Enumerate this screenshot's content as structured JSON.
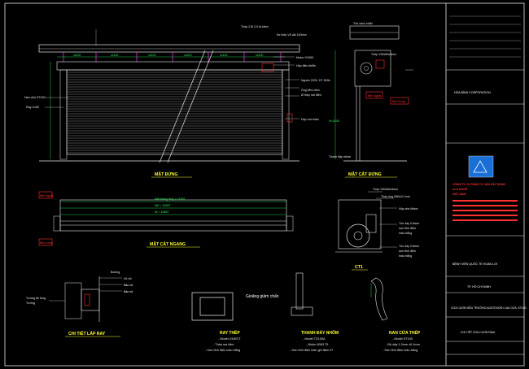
{
  "views": {
    "elevation": "MẶT ĐỨNG",
    "section": "MẶT CẮT ĐỨNG",
    "plan": "MẶT CẮT NGANG",
    "detail_rail": "CHI TIẾT LẮP RAY",
    "ct1": "CT1"
  },
  "elevation_labels": {
    "dim_top": [
      "≤1100",
      "≤1100",
      "≤1100",
      "≤1100",
      "≤1100",
      "≤1100"
    ],
    "slat_label": "Nan cửa ST100",
    "rail_label": "Ray U160",
    "motor_label": "Motor YH300",
    "power_label": "Nguồn 220V, 1P, 50Hz",
    "remote_label": "Hộp điều khiển",
    "pipe_label": "Ống kẽm dính",
    "pipe_label2": "Ø thép nơi điện",
    "box_label": "Hộp nút nhấn",
    "cross_label": "Thép 2.5t 2.5 là kiềm",
    "top_label": "Ke thép V5 dài 100mm"
  },
  "section_labels": {
    "side_out": "Bên ngoài",
    "side_in": "Bên trong",
    "bottom_bar": "Thanh đáy nhôm",
    "tube": "Tôn cách nhiệt",
    "frame": "Thép V50x50x4mm",
    "height_dim": "H=3100"
  },
  "plan_labels": {
    "outside": "Bên ngoài",
    "inside": "Bên trong",
    "dim1": "Mặt thông thủy = 11057",
    "dim2": "W0 = 10937",
    "dim3": "W = 10837"
  },
  "ct1_labels": {
    "frame": "Thép V50x50x4mm",
    "pipe": "Thép ống Ø60x3.1mm",
    "motor_box": "Hộp che Motor",
    "plate1": "Tôn dày 0.8mm",
    "plate1b": "sơn tĩnh điện",
    "plate1c": "màu trắng",
    "plate2": "Tôn dày 0.8mm",
    "plate2b": "sơn tĩnh điện",
    "plate2c": "màu trắng"
  },
  "detail_labels": {
    "rail_screw": "Vít nở",
    "rail_hole": "Bulông",
    "wall_b": "Tường bê tông",
    "wall_side": "Tường",
    "wall_sides": [
      "Bảo vệ",
      "Bảo vệ",
      "Bắt vít"
    ],
    "rubber": "Gioăng giảm chấn"
  },
  "specs": [
    {
      "title": "RAY THÉP",
      "lines": [
        "- Model U160TZ",
        "- Thép mạ kẽm",
        "- Sơn tĩnh điện màu trắng"
      ]
    },
    {
      "title": "THANH ĐÁY NHÔM",
      "lines": [
        "- Model TD100A",
        "- Nhôm 6063 T5",
        "- Sơn tĩnh điện màu ghi đậm 07"
      ]
    },
    {
      "title": "NAN CỬA THÉP",
      "lines": [
        "- Model ST100",
        "- Độ dày 1.2mm ±0.1mm",
        "- Sơn tĩnh điện màu trắng"
      ]
    }
  ],
  "title_block": {
    "client": "HÒA BÌNH CORPORATION",
    "company_lines": [
      "CÔNG TY CỔ PHẦN TƯ VẤN XÂY DỰNG",
      "ALU DOOR",
      "VIỆT NAM"
    ],
    "project": "BỆNH VIỆN QUỐC TẾ HOÀN LỢI",
    "location": "TP. HỒ CHÍ MINH",
    "drawing": "CỬA CUỐN SIÊU TRƯỜNG AUSTDOOR LOẠI CỬA: ST100",
    "sheet_title": "CHI TIẾT CỬA CUỐN RAM"
  },
  "colors": {
    "background": "#000000",
    "line_white": "#e8e8e8",
    "line_yellow": "#ffff33",
    "line_red": "#ff3030",
    "line_cyan": "#33e0ff",
    "line_magenta": "#ff33ff",
    "logo_blue": "#1a6fd6"
  }
}
